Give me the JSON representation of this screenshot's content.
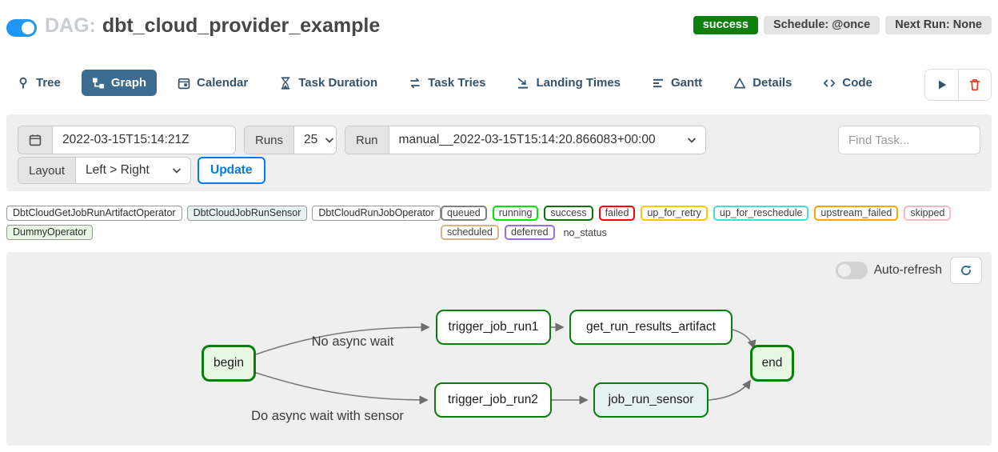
{
  "header": {
    "dag_prefix": "DAG:",
    "dag_title": "dbt_cloud_provider_example",
    "pause_toggle_state": "on",
    "status_badge": "success",
    "status_color": "#0e8010",
    "schedule_badge": "Schedule: @once",
    "next_run_badge": "Next Run: None"
  },
  "tabs": [
    {
      "label": "Tree",
      "icon": "tree-icon",
      "active": false
    },
    {
      "label": "Graph",
      "icon": "graph-icon",
      "active": true
    },
    {
      "label": "Calendar",
      "icon": "calendar-icon",
      "active": false
    },
    {
      "label": "Task Duration",
      "icon": "hourglass-icon",
      "active": false
    },
    {
      "label": "Task Tries",
      "icon": "repeat-icon",
      "active": false
    },
    {
      "label": "Landing Times",
      "icon": "landing-icon",
      "active": false
    },
    {
      "label": "Gantt",
      "icon": "gantt-icon",
      "active": false
    },
    {
      "label": "Details",
      "icon": "triangle-icon",
      "active": false
    },
    {
      "label": "Code",
      "icon": "code-icon",
      "active": false
    }
  ],
  "dag_actions": {
    "trigger": "play-icon",
    "delete": "trash-icon"
  },
  "filters": {
    "base_date_value": "2022-03-15T15:14:21Z",
    "runs_label": "Runs",
    "runs_value": "25",
    "run_label": "Run",
    "run_value": "manual__2022-03-15T15:14:20.866083+00:00",
    "find_task_placeholder": "Find Task...",
    "layout_label": "Layout",
    "layout_value": "Left > Right",
    "update_label": "Update"
  },
  "legend": {
    "operators": [
      {
        "label": "DbtCloudGetJobRunArtifactOperator",
        "fill": "#ffffff"
      },
      {
        "label": "DbtCloudJobRunSensor",
        "fill": "#e6f1f2"
      },
      {
        "label": "DbtCloudRunJobOperator",
        "fill": "#ffffff"
      },
      {
        "label": "DummyOperator",
        "fill": "#e8f7e4"
      }
    ],
    "statuses": [
      {
        "label": "queued",
        "border": "#808080"
      },
      {
        "label": "running",
        "border": "#00e400"
      },
      {
        "label": "success",
        "border": "#077507"
      },
      {
        "label": "failed",
        "border": "#fd0000"
      },
      {
        "label": "up_for_retry",
        "border": "#ffc400"
      },
      {
        "label": "up_for_reschedule",
        "border": "#40e0d0"
      },
      {
        "label": "upstream_failed",
        "border": "#ffa500"
      },
      {
        "label": "skipped",
        "border": "#ffb7c5"
      },
      {
        "label": "scheduled",
        "border": "#d2b48c"
      },
      {
        "label": "deferred",
        "border": "#9370db"
      }
    ],
    "no_status_label": "no_status"
  },
  "graph": {
    "auto_refresh_label": "Auto-refresh",
    "auto_refresh_state": "off",
    "refresh_icon": "refresh-icon",
    "node_border_color": "#0a7e0a",
    "nodes": [
      {
        "id": "begin",
        "label": "begin",
        "fill": "#e8f7e4",
        "status": "success"
      },
      {
        "id": "trigger_job_run1",
        "label": "trigger_job_run1",
        "fill": "#ffffff",
        "status": "success"
      },
      {
        "id": "get_run_results_artifact",
        "label": "get_run_results_artifact",
        "fill": "#ffffff",
        "status": "success"
      },
      {
        "id": "trigger_job_run2",
        "label": "trigger_job_run2",
        "fill": "#ffffff",
        "status": "success"
      },
      {
        "id": "job_run_sensor",
        "label": "job_run_sensor",
        "fill": "#e6f1f2",
        "status": "success"
      },
      {
        "id": "end",
        "label": "end",
        "fill": "#e8f7e4",
        "status": "success"
      }
    ],
    "edges": [
      {
        "from": "begin",
        "to": "trigger_job_run1",
        "label": "No async wait"
      },
      {
        "from": "begin",
        "to": "trigger_job_run2",
        "label": "Do async wait with sensor"
      },
      {
        "from": "trigger_job_run1",
        "to": "get_run_results_artifact",
        "label": ""
      },
      {
        "from": "get_run_results_artifact",
        "to": "end",
        "label": ""
      },
      {
        "from": "trigger_job_run2",
        "to": "job_run_sensor",
        "label": ""
      },
      {
        "from": "job_run_sensor",
        "to": "end",
        "label": ""
      }
    ]
  }
}
